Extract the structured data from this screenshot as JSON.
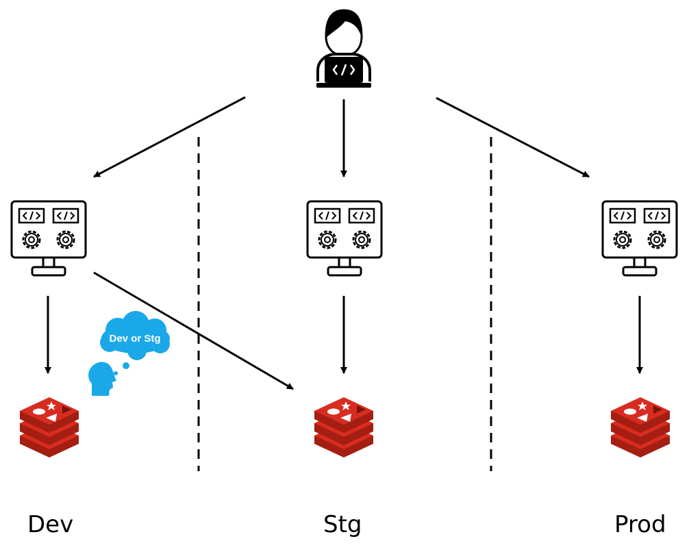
{
  "environments": [
    {
      "id": "dev",
      "label": "Dev"
    },
    {
      "id": "stg",
      "label": "Stg"
    },
    {
      "id": "prod",
      "label": "Prod"
    }
  ],
  "thought": {
    "text": "Dev or Stg"
  },
  "icons": {
    "developer": "developer-laptop-icon",
    "server": "monitor-services-icon",
    "database": "redis-stack-icon",
    "thinker": "thinking-head-icon"
  },
  "colors": {
    "line": "#000000",
    "redis_top": "#d82c20",
    "redis_side": "#a41e11",
    "thought": "#1aa8e8"
  }
}
